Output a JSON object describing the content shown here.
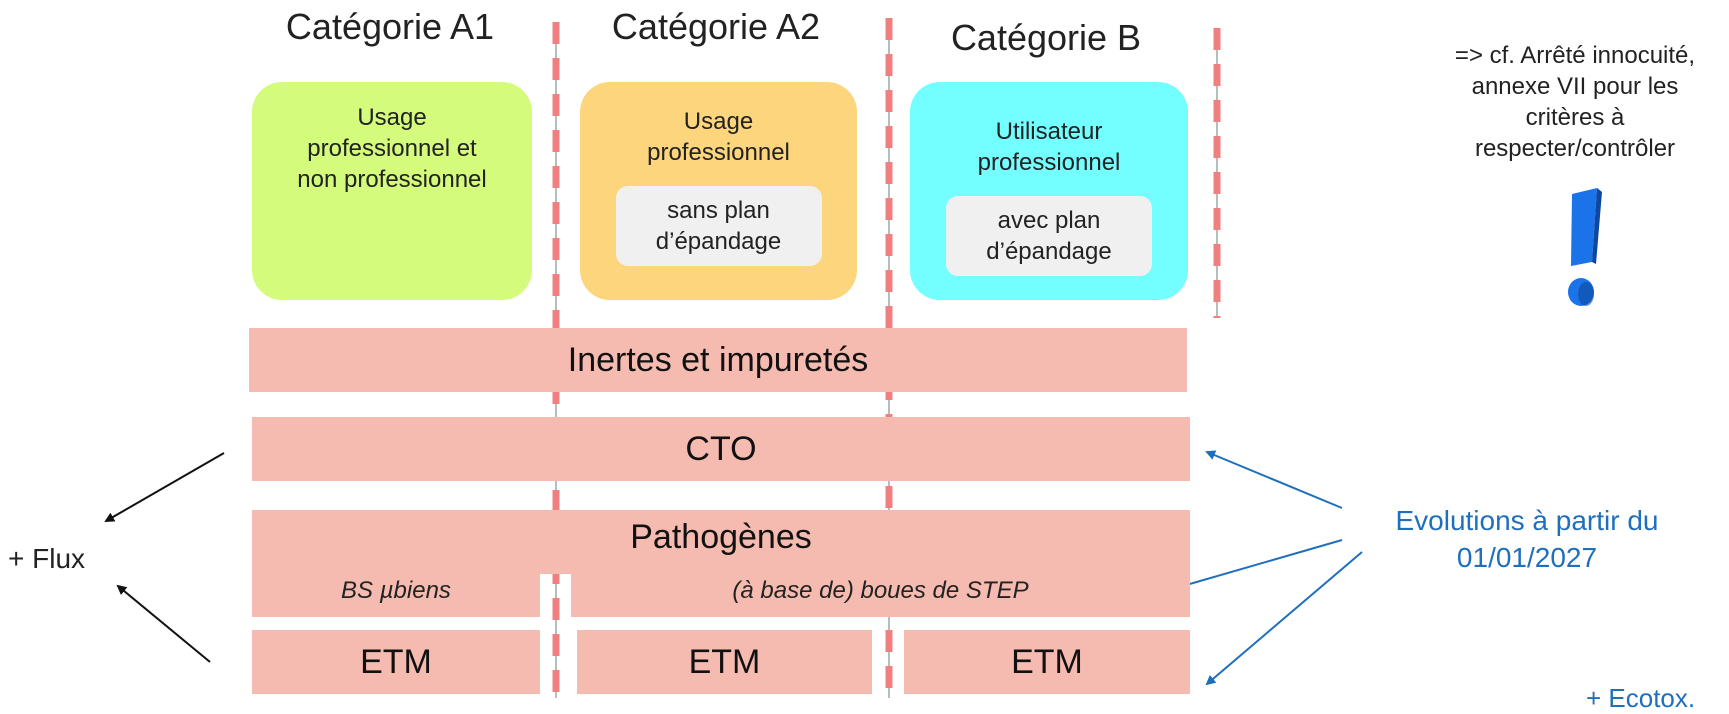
{
  "categories": [
    {
      "title": "Catégorie A1",
      "card_text": "Usage\nprofessionnel et\nnon professionnel",
      "card_color": "#d5fb7c"
    },
    {
      "title": "Catégorie A2",
      "card_text": "Usage\nprofessionnel",
      "sub_label": "sans plan\nd’épandage",
      "card_color": "#fdd57c"
    },
    {
      "title": "Catégorie B",
      "card_text": "Utilisateur\nprofessionnel",
      "sub_label": "avec plan\nd’épandage",
      "card_color": "#73ffff"
    }
  ],
  "bands": {
    "inertes": "Inertes et impuretés",
    "cto": "CTO",
    "pathogenes": "Pathogènes",
    "bs_microbiens": "BS µbiens",
    "boues": "(à base de) boues de STEP",
    "etm": [
      "ETM",
      "ETM",
      "ETM"
    ]
  },
  "flux_label": "+ Flux",
  "note": "=> cf. Arrêté innocuité,\nannexe VII pour les\ncritères à\nrespecter/contrôler",
  "evolutions": "Evolutions à partir du\n01/01/2027",
  "ecotox": "+ Ecotox.",
  "colors": {
    "band": "#f5bbb0",
    "divider": "#f08080",
    "arrow_blue": "#1f6fbf",
    "exclamation": "#1a73e8",
    "text_blue": "#1f6fbf"
  }
}
